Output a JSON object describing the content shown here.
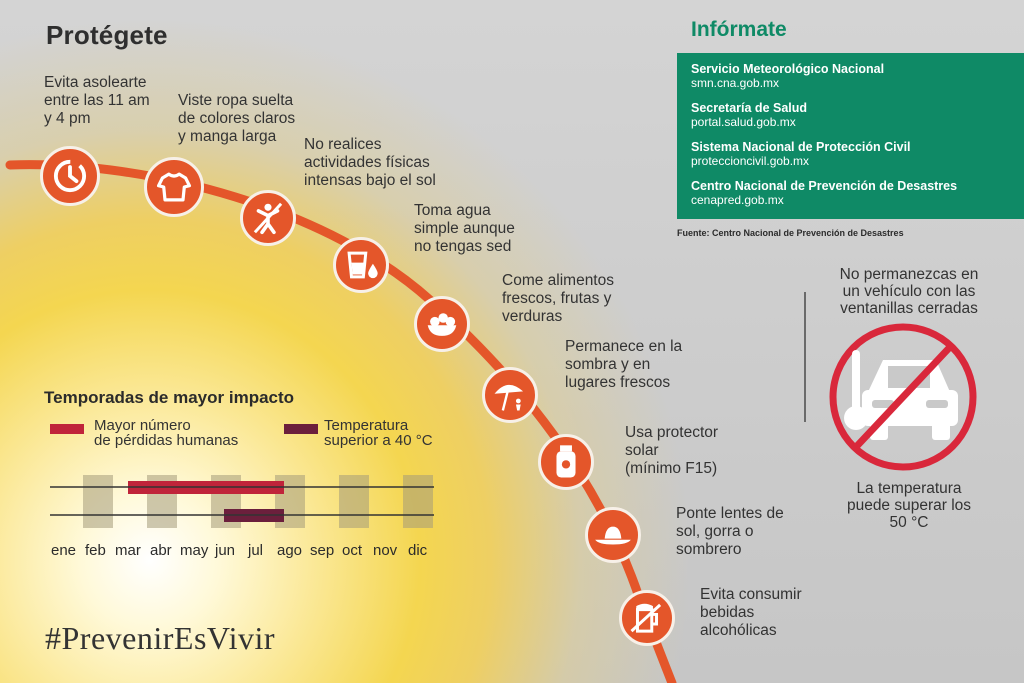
{
  "title": "Protégete",
  "tips": [
    {
      "text_lines": [
        "Evita asolearte",
        "entre las 11 am",
        "y 4 pm"
      ],
      "icon": "clock-icon"
    },
    {
      "text_lines": [
        "Viste ropa suelta",
        "de colores claros",
        "y manga larga"
      ],
      "icon": "shirt-icon"
    },
    {
      "text_lines": [
        "No realices",
        "actividades físicas",
        "intensas bajo el sol"
      ],
      "icon": "no-exercise-icon"
    },
    {
      "text_lines": [
        "Toma agua",
        "simple aunque",
        "no tengas sed"
      ],
      "icon": "water-glass-icon"
    },
    {
      "text_lines": [
        "Come alimentos",
        "frescos, frutas y",
        "verduras"
      ],
      "icon": "fruit-bowl-icon"
    },
    {
      "text_lines": [
        "Permanece en la",
        "sombra y en",
        "lugares frescos"
      ],
      "icon": "umbrella-icon"
    },
    {
      "text_lines": [
        "Usa protector",
        "solar",
        "(mínimo F15)"
      ],
      "icon": "sunscreen-icon"
    },
    {
      "text_lines": [
        "Ponte lentes de",
        "sol, gorra o",
        "sombrero"
      ],
      "icon": "hat-icon"
    },
    {
      "text_lines": [
        "Evita consumir",
        "bebidas",
        "alcohólicas"
      ],
      "icon": "no-alcohol-icon"
    }
  ],
  "informate": {
    "title": "Infórmate",
    "orgs": [
      {
        "name": "Servicio Meteorológico Nacional",
        "url": "smn.cna.gob.mx"
      },
      {
        "name": "Secretaría de Salud",
        "url": "portal.salud.gob.mx"
      },
      {
        "name": "Sistema Nacional de Protección Civil",
        "url": "proteccioncivil.gob.mx"
      },
      {
        "name": "Centro Nacional de Prevención de Desastres",
        "url": "cenapred.gob.mx"
      }
    ],
    "source": "Fuente: Centro Nacional de Prevención de Desastres"
  },
  "vehicle_warning": {
    "top_lines": [
      "No permanezcas en",
      "un vehículo con las",
      "ventanillas cerradas"
    ],
    "bottom_lines": [
      "La temperatura",
      "puede superar los",
      "50 °C"
    ],
    "icon": "no-car-icon"
  },
  "seasons": {
    "title": "Temporadas de mayor impacto",
    "legend": [
      {
        "lines": [
          "Mayor número",
          "de pérdidas humanas"
        ],
        "color": "#c0243a"
      },
      {
        "lines": [
          "Temperatura",
          "superior a 40 °C"
        ],
        "color": "#6b1f3c"
      }
    ],
    "months": [
      "ene",
      "feb",
      "mar",
      "abr",
      "may",
      "jun",
      "jul",
      "ago",
      "sep",
      "oct",
      "nov",
      "dic"
    ],
    "losses_months": [
      "mar",
      "abr",
      "may",
      "jun",
      "jul"
    ],
    "temp_months": [
      "jun",
      "jul"
    ]
  },
  "hashtag": "#PrevenirEsVivir",
  "colors": {
    "accent": "#e4562a",
    "green": "#0f8a66",
    "losses": "#c0243a",
    "temperature": "#6b1f3c"
  }
}
